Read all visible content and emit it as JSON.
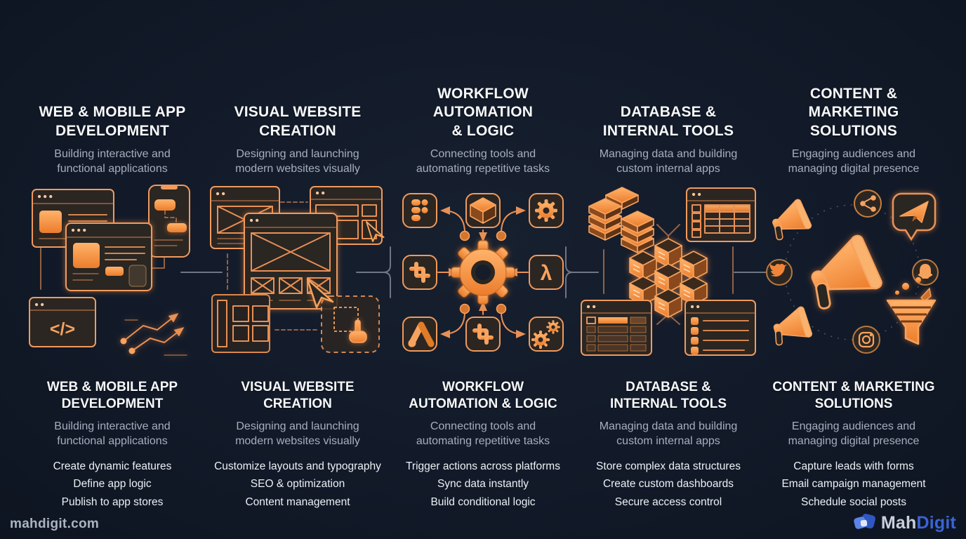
{
  "page": {
    "background": "#121a29",
    "accent_orange": "#f08a3e",
    "title_color": "#f7f8fa",
    "muted_color": "#a6aebf"
  },
  "footer": {
    "website": "mahdigit.com",
    "brand": {
      "name_primary": "Mah",
      "name_secondary": "Digit",
      "logo_blue": "#3b63d4",
      "logo_icon": "overlapping-blue-squares"
    }
  },
  "columns": [
    {
      "id": "web-mobile-app-development",
      "top_title": "WEB & MOBILE APP\nDEVELOPMENT",
      "subtitle": "Building interactive and\nfunctional applications",
      "bottom_title": "WEB & MOBILE APP\nDEVELOPMENT",
      "bullets": [
        "Create dynamic features",
        "Define app logic",
        "Publish to app stores"
      ],
      "illustration_icons": [
        "browser-window",
        "mobile-phone",
        "code-editor-window",
        "growth-circuit-arrows"
      ]
    },
    {
      "id": "visual-website-creation",
      "top_title": "VISUAL WEBSITE\nCREATION",
      "subtitle": "Designing and launching\nmodern websites visually",
      "bottom_title": "VISUAL WEBSITE\nCREATION",
      "bullets": [
        "Customize layouts and typography",
        "SEO & optimization",
        "Content management"
      ],
      "illustration_icons": [
        "wireframe-browser",
        "layout-grid-panel",
        "cursor-arrow",
        "drag-drop-zone",
        "hand-pointer"
      ]
    },
    {
      "id": "workflow-automation-logic",
      "top_title": "WORKFLOW\nAUTOMATION\n& LOGIC",
      "subtitle": "Connecting tools and\nautomating repetitive tasks",
      "bottom_title": "WORKFLOW\nAUTOMATION & LOGIC",
      "bullets": [
        "Trigger actions across platforms",
        "Sync data instantly",
        "Build conditional logic"
      ],
      "illustration_icons": [
        "central-gear",
        "figma-tile",
        "cube-tile",
        "gear-tile",
        "slack-tile",
        "lambda-tile",
        "ads-tile",
        "double-gear-tile",
        "flow-arrows"
      ]
    },
    {
      "id": "database-internal-tools",
      "top_title": "DATABASE &\nINTERNAL TOOLS",
      "subtitle": "Managing data and building\ncustom internal apps",
      "bottom_title": "DATABASE &\nINTERNAL TOOLS",
      "bullets": [
        "Store complex data structures",
        "Create custom dashboards",
        "Secure access control"
      ],
      "illustration_icons": [
        "database-stacks",
        "spreadsheet-window",
        "isometric-data-cubes",
        "table-window",
        "checklist-window"
      ]
    },
    {
      "id": "content-marketing-solutions",
      "top_title": "CONTENT &\nMARKETING\nSOLUTIONS",
      "subtitle": "Engaging audiences and\nmanaging digital presence",
      "bottom_title": "CONTENT & MARKETING\nSOLUTIONS",
      "bullets": [
        "Capture leads with forms",
        "Email campaign management",
        "Schedule social posts"
      ],
      "illustration_icons": [
        "megaphone",
        "share-icon",
        "telegram-icon",
        "twitter-icon",
        "snapchat-icon",
        "instagram-icon",
        "marketing-funnel"
      ]
    }
  ]
}
